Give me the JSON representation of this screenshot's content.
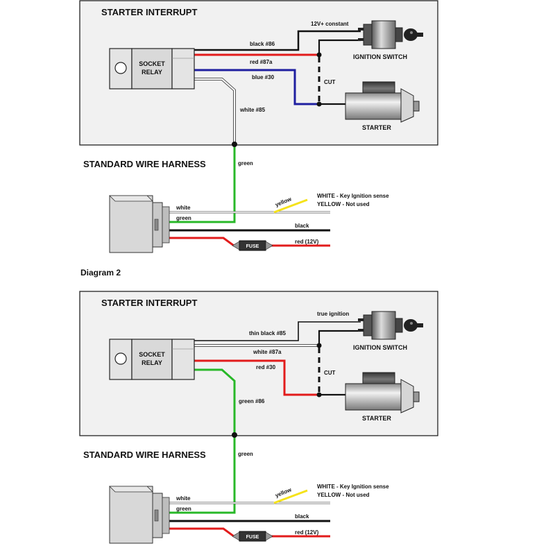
{
  "diagram_label": "Diagram 2",
  "colors": {
    "panel": "#f1f1f1",
    "black_wire": "#111111",
    "red_wire": "#e21b1b",
    "blue_wire": "#1f1fa0",
    "green_wire": "#28b828",
    "yellow_wire": "#f5e21a",
    "white_wire": "#ffffff"
  },
  "diagrams": [
    {
      "panel_title": "STARTER INTERRUPT",
      "relay_label_1": "SOCKET",
      "relay_label_2": "RELAY",
      "wire_1": "black #86",
      "wire_2": "red #87a",
      "wire_3": "blue #30",
      "wire_4": "white #85",
      "ignition_power": "12V+ constant",
      "cut_label": "CUT",
      "ignition_switch": "IGNITION SWITCH",
      "starter": "STARTER",
      "harness_title": "STANDARD WIRE HARNESS",
      "harness_link": "green",
      "h_white": "white",
      "h_green": "green",
      "h_yellow": "yellow",
      "h_black": "black",
      "h_red": "red (12V)",
      "fuse": "FUSE",
      "note_1": "WHITE - Key Ignition sense",
      "note_2": "YELLOW - Not used"
    },
    {
      "panel_title": "STARTER INTERRUPT",
      "relay_label_1": "SOCKET",
      "relay_label_2": "RELAY",
      "wire_1": "thin black #85",
      "wire_2": "white #87a",
      "wire_3": "red #30",
      "wire_4": "green #86",
      "ignition_power": "true ignition",
      "cut_label": "CUT",
      "ignition_switch": "IGNITION SWITCH",
      "starter": "STARTER",
      "harness_title": "STANDARD WIRE HARNESS",
      "harness_link": "green",
      "h_white": "white",
      "h_green": "green",
      "h_yellow": "yellow",
      "h_black": "black",
      "h_red": "red (12V)",
      "fuse": "FUSE",
      "note_1": "WHITE - Key Ignition sense",
      "note_2": "YELLOW - Not used"
    }
  ]
}
